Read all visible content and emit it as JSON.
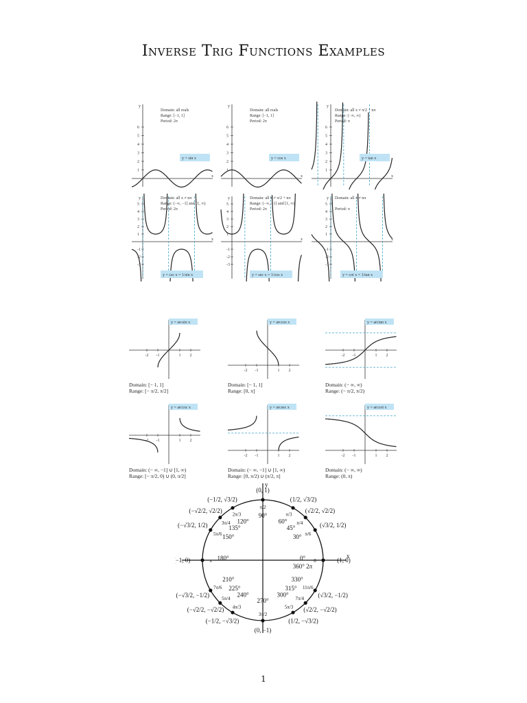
{
  "title": "Inverse Trig Functions Examples",
  "page_number": "1",
  "top_graphs": [
    {
      "domain": "Domain: all reals",
      "range": "Range: [−1, 1]",
      "period": "Period: 2π",
      "label": "y = sin x"
    },
    {
      "domain": "Domain: all reals",
      "range": "Range: [−1, 1]",
      "period": "Period: 2π",
      "label": "y = cos x"
    },
    {
      "domain": "Domain: all x ≠ π/2 + nπ",
      "range": "Range: (−∞, ∞)",
      "period": "Period: π",
      "label": "y = tan x"
    },
    {
      "domain": "Domain: all x ≠ nπ",
      "range": "Range: (−∞, −1] and [1, ∞)",
      "period": "Period: 2π",
      "label": "y = csc x = 1/sin x"
    },
    {
      "domain": "Domain: all x ≠ π/2 + nπ",
      "range": "Range: (−∞, −1] and [1, ∞)",
      "period": "Period: 2π",
      "label": "y = sec x = 1/cos x"
    },
    {
      "domain": "Domain: all x ≠ nπ",
      "range": "",
      "period": "Period: π",
      "label": "y = cot x = 1/tan x"
    }
  ],
  "inverse_graphs": [
    {
      "label": "y = arcsin x",
      "domain": "Domain: [− 1, 1]",
      "range": "Range: [− π/2, π/2]"
    },
    {
      "label": "y = arccos x",
      "domain": "Domain: [− 1, 1]",
      "range": "Range: [0, π]"
    },
    {
      "label": "y = arctan x",
      "domain": "Domain: (− ∞, ∞)",
      "range": "Range: (− π/2, π/2)"
    },
    {
      "label": "y = arccsc x",
      "domain": "Domain: (− ∞, −1] ∪ [1, ∞)",
      "range": "Range: [− π/2, 0) ∪ (0, π/2]"
    },
    {
      "label": "y = arcsec x",
      "domain": "Domain: (− ∞, −1] ∪ [1, ∞)",
      "range": "Range: [0, π/2) ∪ (π/2, π]"
    },
    {
      "label": "y = arccot x",
      "domain": "Domain: (− ∞, ∞)",
      "range": "Range: (0, π)"
    }
  ],
  "unit_circle": {
    "points": [
      {
        "deg": "0°",
        "rad": "0",
        "coord": "(1, 0)"
      },
      {
        "deg": "30°",
        "rad": "π/6",
        "coord": "(√3/2, 1/2)"
      },
      {
        "deg": "45°",
        "rad": "π/4",
        "coord": "(√2/2, √2/2)"
      },
      {
        "deg": "60°",
        "rad": "π/3",
        "coord": "(1/2, √3/2)"
      },
      {
        "deg": "90°",
        "rad": "π/2",
        "coord": "(0, 1)"
      },
      {
        "deg": "120°",
        "rad": "2π/3",
        "coord": "(−1/2, √3/2)"
      },
      {
        "deg": "135°",
        "rad": "3π/4",
        "coord": "(−√2/2, √2/2)"
      },
      {
        "deg": "150°",
        "rad": "5π/6",
        "coord": "(−√3/2, 1/2)"
      },
      {
        "deg": "180°",
        "rad": "π",
        "coord": "(−1, 0)"
      },
      {
        "deg": "210°",
        "rad": "7π/6",
        "coord": "(−√3/2, −1/2)"
      },
      {
        "deg": "225°",
        "rad": "5π/4",
        "coord": "(−√2/2, −√2/2)"
      },
      {
        "deg": "240°",
        "rad": "4π/3",
        "coord": "(−1/2, −√3/2)"
      },
      {
        "deg": "270°",
        "rad": "3π/2",
        "coord": "(0, −1)"
      },
      {
        "deg": "300°",
        "rad": "5π/3",
        "coord": "(1/2, −√3/2)"
      },
      {
        "deg": "315°",
        "rad": "7π/4",
        "coord": "(√2/2, −√2/2)"
      },
      {
        "deg": "330°",
        "rad": "11π/6",
        "coord": "(√3/2, −1/2)"
      }
    ],
    "extra_deg": "360°",
    "extra_rad": "2π",
    "x_axis": "x",
    "y_axis": "y"
  },
  "colors": {
    "label_bg": "#bfe3f5",
    "asymptote": "#3aa3c8",
    "curve": "#222222",
    "dash_red": "#cc2222"
  }
}
